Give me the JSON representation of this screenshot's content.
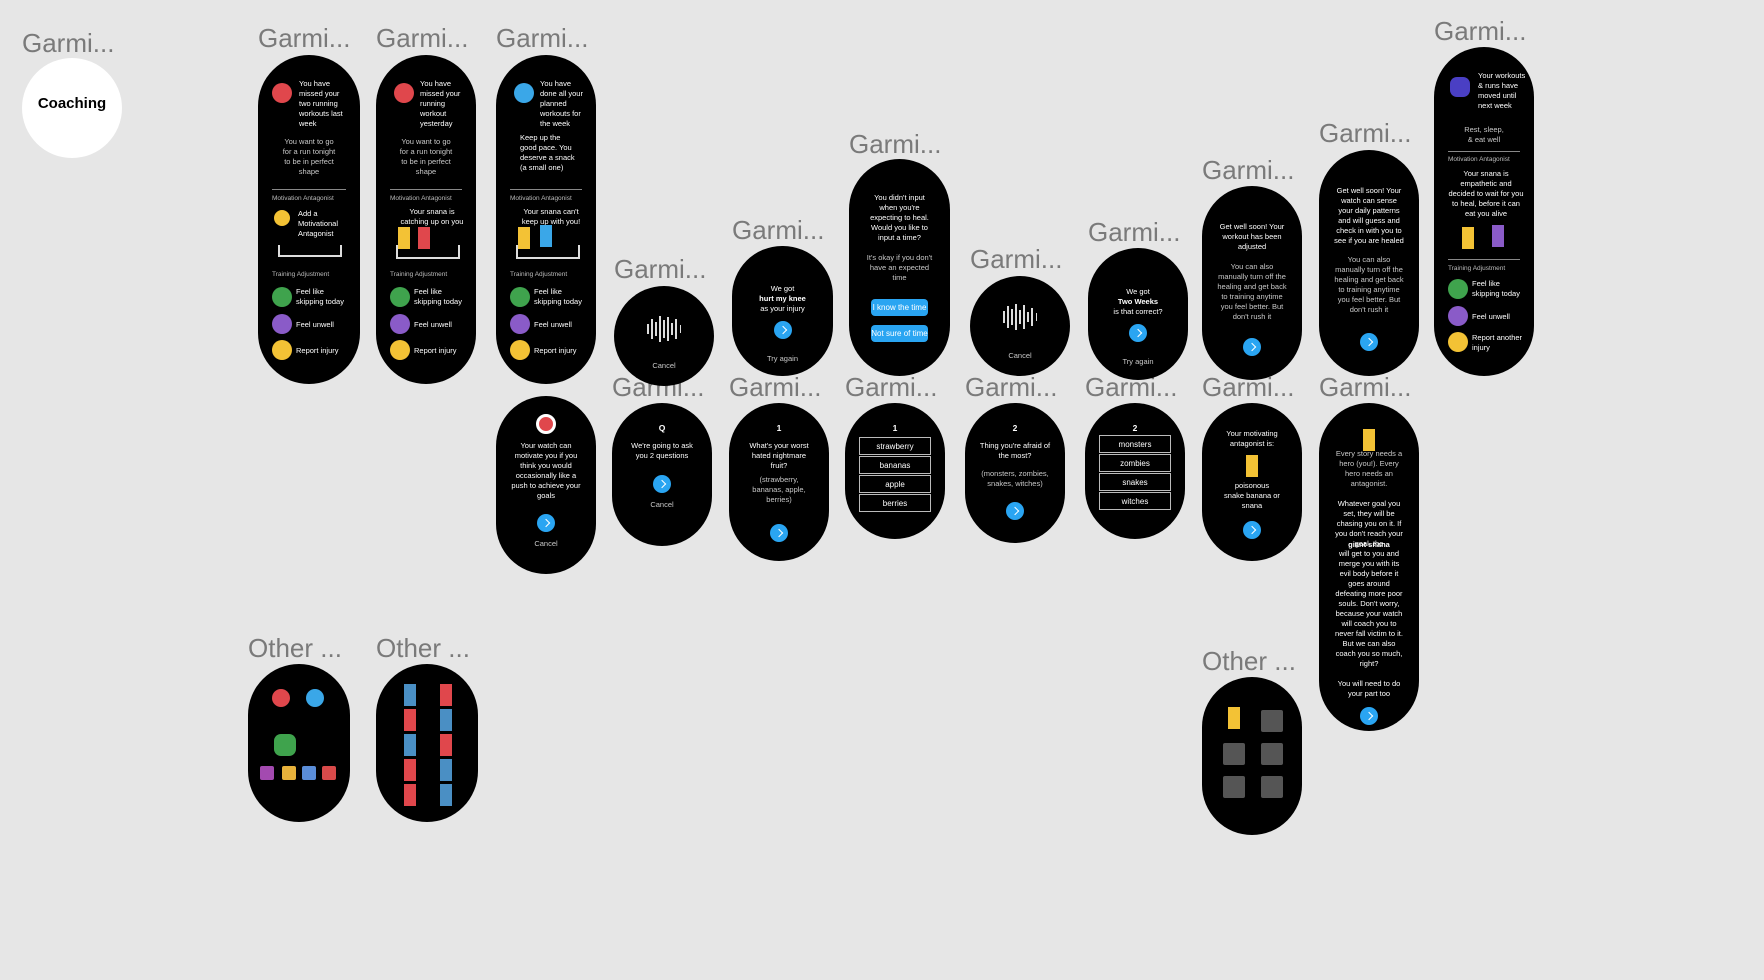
{
  "coaching": {
    "label": "Coaching"
  },
  "labels": {
    "garmin": "Garmi...",
    "other": "Other ..."
  },
  "w1": {
    "text": "You have missed your two running workouts last week",
    "sub": "You want to go for a run tonight to be in perfect shape",
    "section1": "Motivation Antagonist",
    "item1": "Add a Motivational Antagonist",
    "section2": "Training Adjustment",
    "a1": "Feel like skipping today",
    "a2": "Feel unwell",
    "a3": "Report injury"
  },
  "w2": {
    "text": "You have missed your running workout yesterday",
    "sub": "You want to go for a run tonight to be in perfect shape",
    "section1": "Motivation Antagonist",
    "item1": "Your snana is catching up on you",
    "section2": "Training Adjustment",
    "a1": "Feel like skipping today",
    "a2": "Feel unwell",
    "a3": "Report injury"
  },
  "w3": {
    "text": "You have done all your planned workouts for the week",
    "sub": "Keep up the good pace. You deserve a snack (a small one)",
    "section1": "Motivation Antagonist",
    "item1": "Your snana can't keep up with you!",
    "section2": "Training Adjustment",
    "a1": "Feel like skipping today",
    "a2": "Feel unwell",
    "a3": "Report injury"
  },
  "w4": {
    "cancel": "Cancel"
  },
  "w5": {
    "l1": "We got",
    "l2": "hurt my knee",
    "l3": "as your injury",
    "retry": "Try again"
  },
  "w6": {
    "text": "You didn't input when you're expecting to heal. Would you like to input a time?",
    "sub": "It's okay if you don't have an expected time",
    "b1": "I know the time",
    "b2": "Not sure of time"
  },
  "w7": {
    "cancel": "Cancel"
  },
  "w8": {
    "l1": "We got",
    "l2": "Two Weeks",
    "l3": "is that correct?",
    "retry": "Try again"
  },
  "w9": {
    "text": "Get well soon! Your workout has been adjusted",
    "sub": "You can also manually turn off the healing and get back to training anytime you feel better. But don't rush it"
  },
  "w10": {
    "text": "Get well soon! Your watch can sense your daily patterns and will guess and check in with you to see if you are healed",
    "sub": "You can also manually turn off the healing and get back to training anytime you feel better. But don't rush it"
  },
  "w11": {
    "text": "Your workouts & runs have moved until next week",
    "sub": "Rest, sleep, & eat well",
    "section1": "Motivation Antagonist",
    "item1": "Your snana is empathetic and decided to wait for you to heal, before it can eat you alive",
    "section2": "Training Adjustment",
    "a1": "Feel like skipping today",
    "a2": "Feel unwell",
    "a3": "Report another injury"
  },
  "r1": {
    "text": "Your watch can motivate you if you think you would occasionally like a push to achieve your goals",
    "cancel": "Cancel"
  },
  "r2": {
    "num": "Q",
    "text": "We're going to ask you 2 questions",
    "cancel": "Cancel"
  },
  "r3": {
    "num": "1",
    "text": "What's your worst hated nightmare fruit?",
    "sub": "(strawberry, bananas, apple, berries)"
  },
  "r4": {
    "num": "1",
    "opts": [
      "strawberry",
      "bananas",
      "apple",
      "berries"
    ]
  },
  "r5": {
    "num": "2",
    "text": "Thing you're afraid of the most?",
    "sub": "(monsters, zombies, snakes, witches)"
  },
  "r6": {
    "num": "2",
    "opts": [
      "monsters",
      "zombies",
      "snakes",
      "witches"
    ]
  },
  "r7": {
    "text": "Your motivating antagonist is:",
    "sub": "poisonous snake banana or snana"
  },
  "r8": {
    "sub": "Every story needs a hero (you!). Every hero needs an antagonist.",
    "text1": "Whatever goal you set, they will be chasing you on it. If you don't reach your goal, the",
    "bold": "giant snana",
    "text2": "will get to you and merge you with its evil body before it goes around defeating more poor souls. Don't worry, because your watch will coach you to never fall victim to it. But we can also coach you so much, right?",
    "text3": "You will need to do your part too"
  },
  "colors": {
    "background": "#e6e6e6",
    "watch": "#000000",
    "accent": "#2aa5f2",
    "label": "#7a7a7a"
  },
  "icons": [
    "anxious-face-icon",
    "sparkles-icon",
    "smile-icon",
    "pause-icon",
    "target-icon",
    "banana-icon",
    "person-icon",
    "arrow-right-icon",
    "waveform-icon"
  ]
}
